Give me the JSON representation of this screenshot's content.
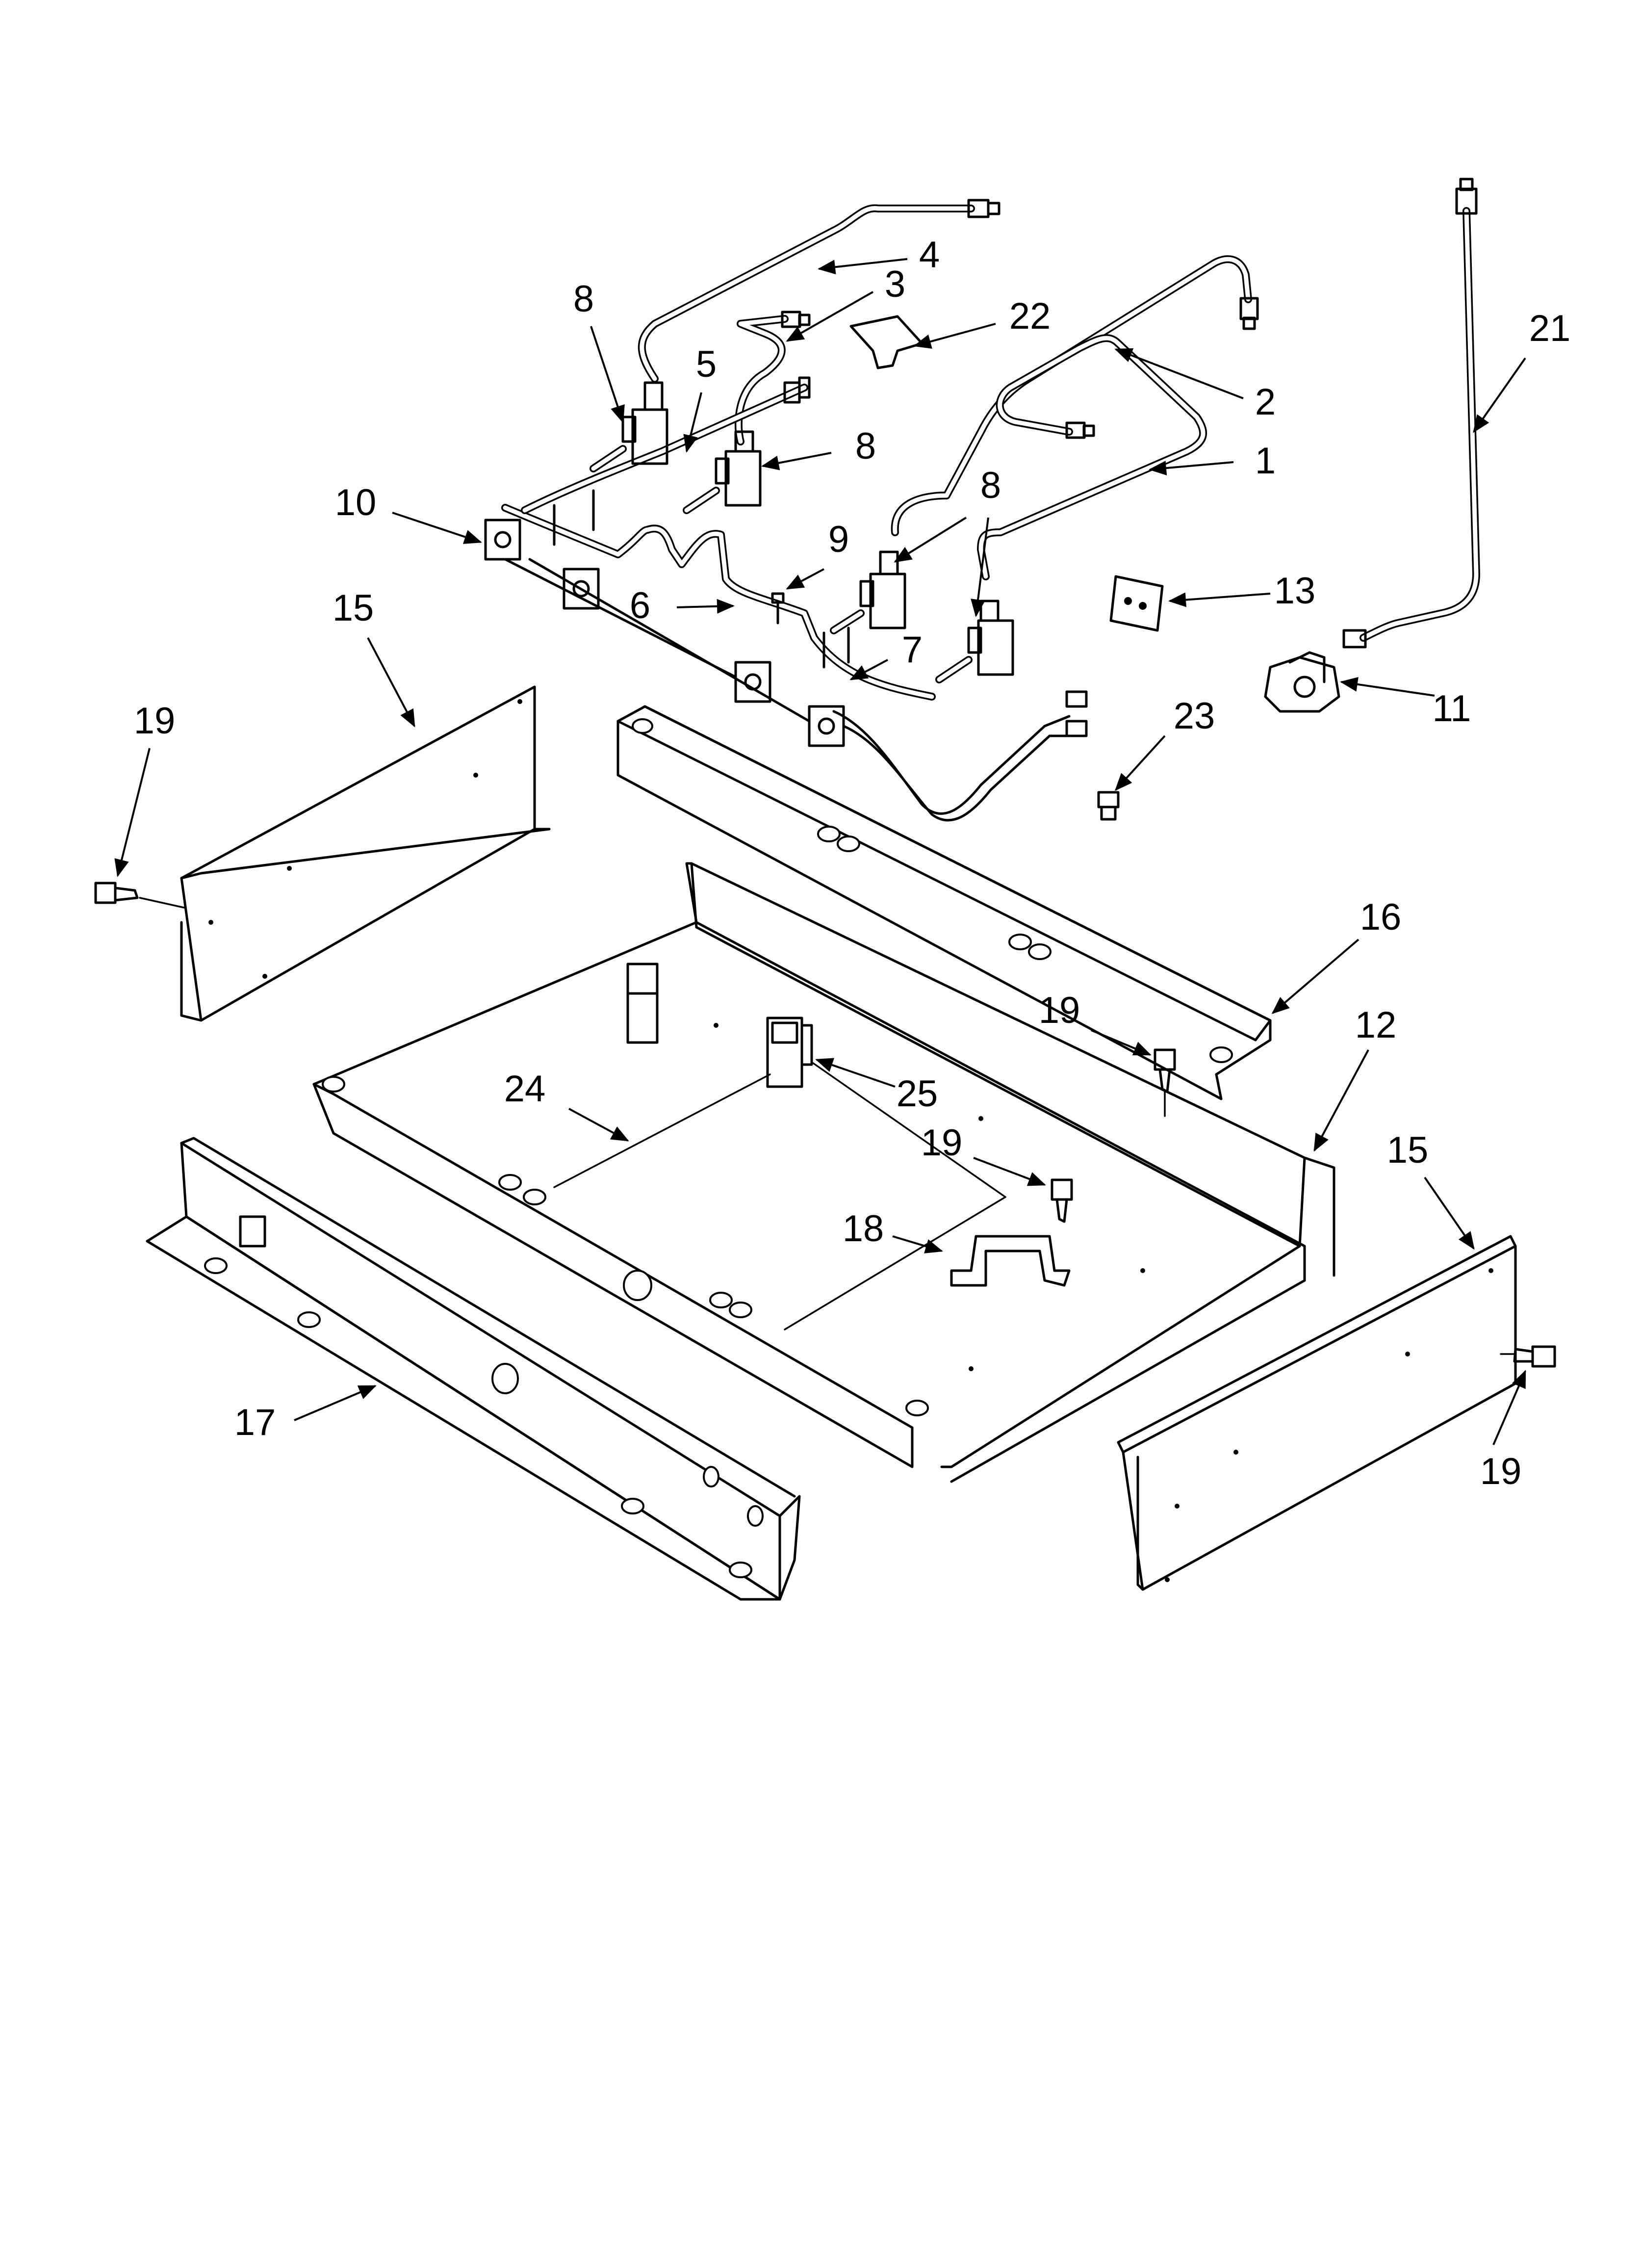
{
  "callouts": [
    {
      "id": "c1",
      "label": "1"
    },
    {
      "id": "c2",
      "label": "2"
    },
    {
      "id": "c3",
      "label": "3"
    },
    {
      "id": "c4",
      "label": "4"
    },
    {
      "id": "c5",
      "label": "5"
    },
    {
      "id": "c6",
      "label": "6"
    },
    {
      "id": "c7",
      "label": "7"
    },
    {
      "id": "c8a",
      "label": "8"
    },
    {
      "id": "c8b",
      "label": "8"
    },
    {
      "id": "c8c",
      "label": "8"
    },
    {
      "id": "c9",
      "label": "9"
    },
    {
      "id": "c10",
      "label": "10"
    },
    {
      "id": "c11",
      "label": "11"
    },
    {
      "id": "c12",
      "label": "12"
    },
    {
      "id": "c13",
      "label": "13"
    },
    {
      "id": "c15a",
      "label": "15"
    },
    {
      "id": "c15b",
      "label": "15"
    },
    {
      "id": "c16",
      "label": "16"
    },
    {
      "id": "c17",
      "label": "17"
    },
    {
      "id": "c18",
      "label": "18"
    },
    {
      "id": "c19a",
      "label": "19"
    },
    {
      "id": "c19b",
      "label": "19"
    },
    {
      "id": "c19c",
      "label": "19"
    },
    {
      "id": "c19d",
      "label": "19"
    },
    {
      "id": "c21",
      "label": "21"
    },
    {
      "id": "c22",
      "label": "22"
    },
    {
      "id": "c23",
      "label": "23"
    },
    {
      "id": "c24",
      "label": "24"
    },
    {
      "id": "c25",
      "label": "25"
    }
  ]
}
